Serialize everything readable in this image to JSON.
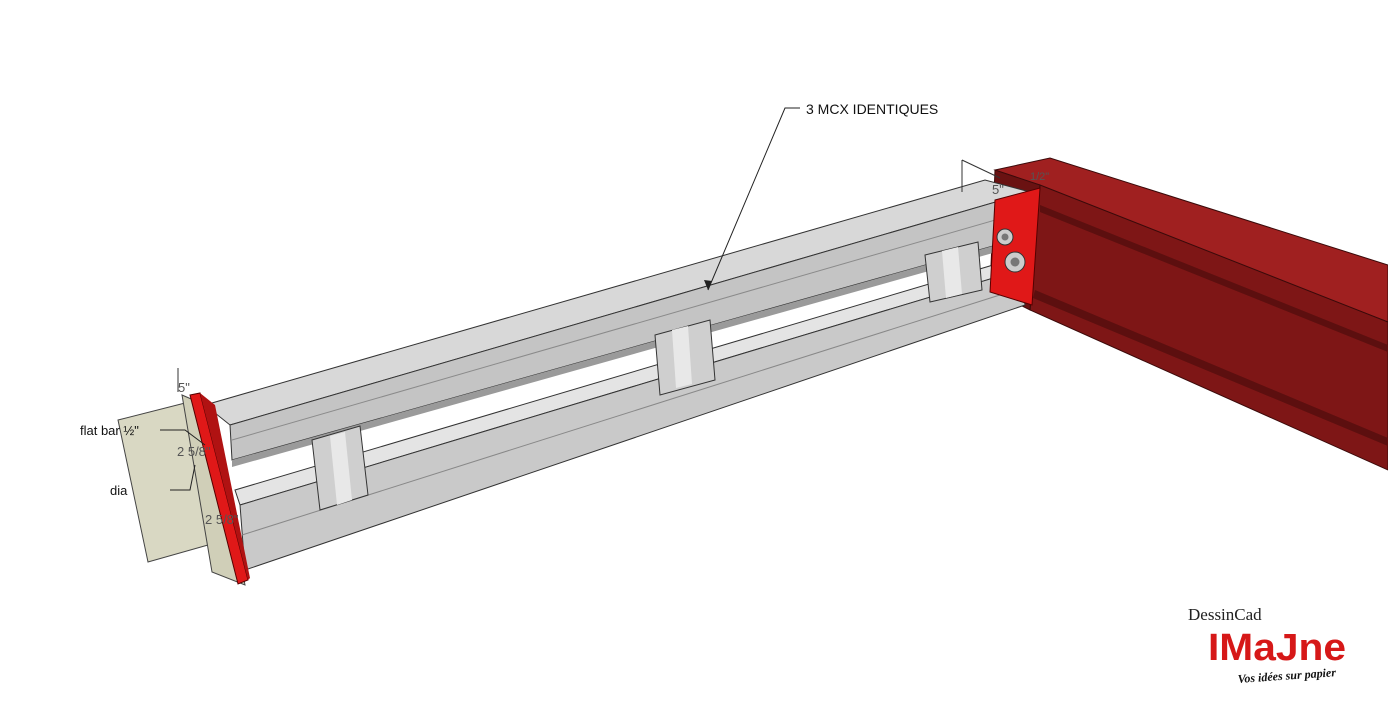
{
  "annotations": {
    "title_note": "3 MCX IDENTIQUES",
    "flat_bar": "flat bar ½\"",
    "dia": "dia",
    "dim_left_top": "5\"",
    "dim_left_mid": "2 5/8\"",
    "dim_left_low": "2 5/8\"",
    "dim_right_top": "5\"",
    "dim_right_beam": "1/2\""
  },
  "logo": {
    "top": "DessinCad",
    "brand": "IMaJne",
    "tagline": "Vos idées sur papier"
  },
  "colors": {
    "beam_red": "#7e1616",
    "plate_red": "#e01818",
    "steel_light": "#d6d6d6",
    "steel_mid": "#b8b8b8",
    "flat_bar": "#d9d8c3"
  }
}
